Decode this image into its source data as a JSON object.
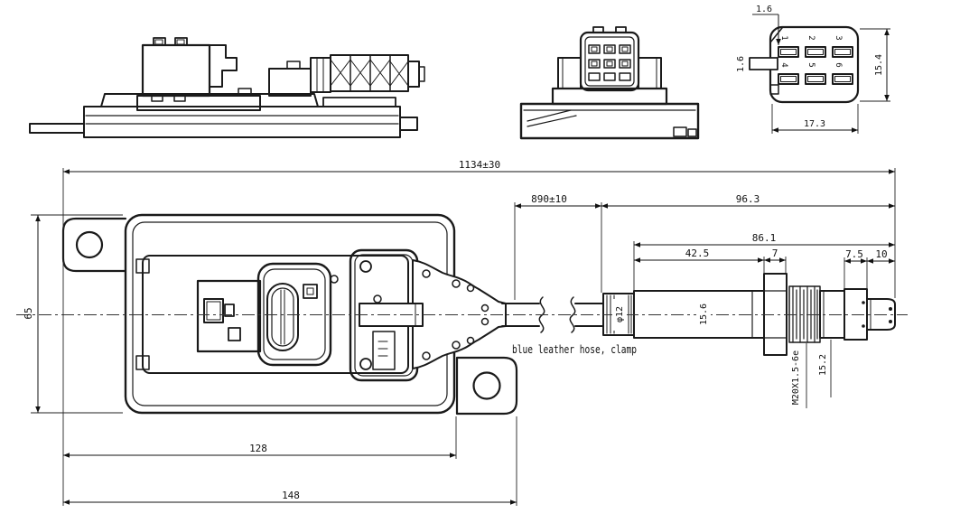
{
  "main_view": {
    "dims": {
      "overall_length": "1134±30",
      "cable_length": "890±10",
      "right_section": "96.3",
      "probe_section": "86.1",
      "seg_42_5": "42.5",
      "seg_7": "7",
      "seg_7_5": "7.5",
      "seg_10": "10",
      "body_height": "65",
      "body_width": "128",
      "mount_width": "148",
      "tube_dia": "15.6",
      "tip_dia": "15.2",
      "clamp_dia": "φ12"
    },
    "labels": {
      "hose_note": "blue leather hose, clamp",
      "thread_spec": "M20X1.5-6e"
    }
  },
  "pinout_view": {
    "pins": [
      "1",
      "2",
      "3",
      "4",
      "5",
      "6"
    ],
    "dims": {
      "width": "17.3",
      "height": "15.4",
      "pitch_top": "1.6",
      "pitch_left": "1.6"
    }
  }
}
